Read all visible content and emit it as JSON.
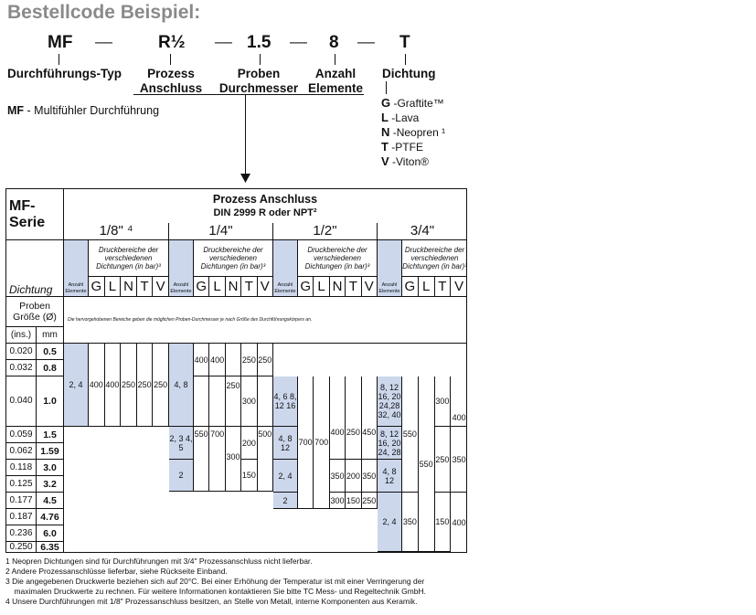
{
  "title": "Bestellcode Beispiel:",
  "code": {
    "mf": "MF",
    "r": "R½",
    "diam": "1.5",
    "count": "8",
    "seal": "T",
    "dash": "—"
  },
  "labels": {
    "type": "Durchführungs-Typ",
    "process_1": "Prozess",
    "process_2": "Anschluss",
    "probe_1": "Proben",
    "probe_2": "Durchmesser",
    "count_1": "Anzahl",
    "count_2": "Elemente",
    "seal": "Dichtung"
  },
  "mf_desc": {
    "code": "MF",
    "text": " - Multifühler Durchführung"
  },
  "seals": [
    {
      "code": "G",
      "text": " -Graftite™"
    },
    {
      "code": "L",
      "text": " -Lava"
    },
    {
      "code": "N",
      "text": " -Neopren ¹"
    },
    {
      "code": "T",
      "text": " -PTFE"
    },
    {
      "code": "V",
      "text": " -Viton®"
    }
  ],
  "table": {
    "series_1": "MF-",
    "series_2": "Serie",
    "header_1": "Prozess Anschluss",
    "header_2": "DIN 2999 R oder NPT²",
    "sizes": [
      "1/8\" ⁴",
      "1/4\"",
      "1/2\"",
      "3/4\""
    ],
    "range_label": "Druckbereiche der verschiedenen Dichtungen (in bar)³",
    "anzahl": "Anzahl Elemente",
    "dichtung": "Dichtung",
    "seal_cols_3": [
      "G",
      "L",
      "N",
      "T",
      "V"
    ],
    "seal_cols_4": [
      "G",
      "L",
      "T",
      "V"
    ],
    "probe_1": "Proben",
    "probe_2": "Größe (Ø)",
    "ins": "(ins.)",
    "mm": "mm",
    "note": "Die hervorgehobenen Bereiche geben die möglichen Proben-Durchmesser je nach Größe des Durchführungskörpers an.",
    "rows": [
      {
        "ins": "0.020",
        "mm": "0.5"
      },
      {
        "ins": "0.032",
        "mm": "0.8"
      },
      {
        "ins": "0.040",
        "mm": "1.0"
      },
      {
        "ins": "0.059",
        "mm": "1.5"
      },
      {
        "ins": "0.062",
        "mm": "1.59"
      },
      {
        "ins": "0.118",
        "mm": "3.0"
      },
      {
        "ins": "0.125",
        "mm": "3.2"
      },
      {
        "ins": "0.177",
        "mm": "4.5"
      },
      {
        "ins": "0.187",
        "mm": "4.76"
      },
      {
        "ins": "0.236",
        "mm": "6.0"
      },
      {
        "ins": "0.250",
        "mm": "6.35"
      }
    ],
    "cells": {
      "a1_n": "2, 4",
      "a1_v": [
        "400",
        "400",
        "250",
        "250",
        "250"
      ],
      "a2_n1": "4, 8",
      "a2_g": "400",
      "a2_l": "400",
      "a2_t": "250",
      "a2_v": "250",
      "a2_n_mid": "250",
      "a2_t_mid": "300",
      "a2_n2": "2, 3 4, 5",
      "a2_l2": "550",
      "a2_n2b": "700",
      "a2_v2": "500",
      "a2_t2": "200",
      "a2_n3": "300",
      "a2_n4": "2",
      "a2_t3": "150",
      "a3_n1": "4, 6 8, 12 16",
      "a3_n2": "4, 8 12",
      "a3_l": "700",
      "a3_n": "700",
      "a3_t1": "400",
      "a3_t1b": "250",
      "a3_v1": "450",
      "a3_n3": "2, 4",
      "a3_t2": "350",
      "a3_t2b": "200",
      "a3_v2": "350",
      "a3_n4": "2",
      "a3_t3": "300",
      "a3_t3b": "150",
      "a3_v3": "250",
      "a4_n1": "8, 12 16, 20 24,28 32, 40",
      "a4_n2": "8, 12 16, 20 24, 28",
      "a4_n3": "4, 8 12",
      "a4_n4": "2, 4",
      "a4_g1": "550",
      "a4_g2": "350",
      "a4_l": "550",
      "a4_t1": "300",
      "a4_t2": "250",
      "a4_t3": "150",
      "a4_v1": "400",
      "a4_v2": "350",
      "a4_v3": "400"
    }
  },
  "footnotes": [
    "1  Neopren Dichtungen sind für Durchführungen mit 3/4\" Prozessanschluss nicht lieferbar.",
    "2  Andere Prozessanschlüsse lieferbar, siehe Rückseite Einband.",
    "3  Die angegebenen Druckwerte beziehen sich auf 20°C. Bei einer Erhöhung der Temperatur ist mit einer Verringerung der",
    "    maximalen Druckwerte zu rechnen. Für weitere Informationen kontaktieren Sie bitte TC Mess- und Regeltechnik GmbH.",
    "4  Unsere Durchführungen mit 1/8\" Prozessanschluss besitzen, an Stelle von Metall, interne Komponenten aus Keramik."
  ]
}
